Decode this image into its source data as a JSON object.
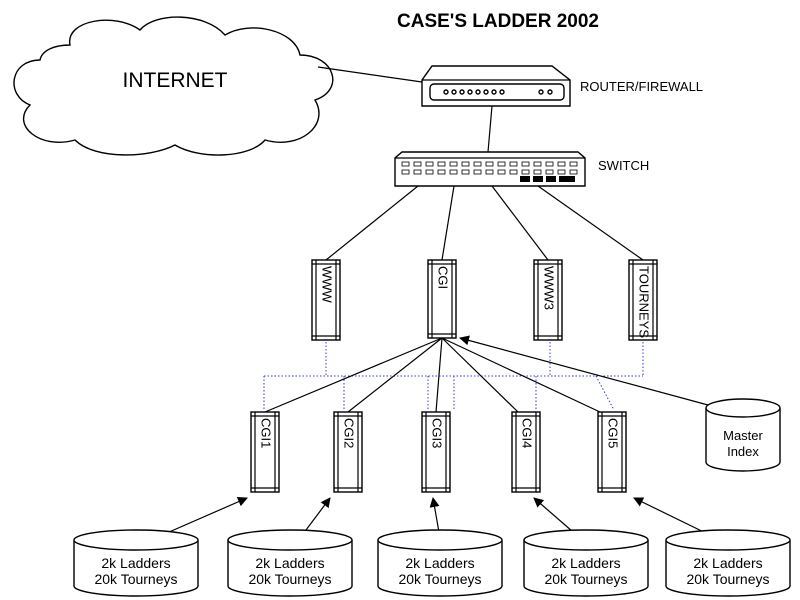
{
  "title": "CASE'S LADDER 2002",
  "internet": {
    "label": "INTERNET"
  },
  "router": {
    "label": "ROUTER/FIREWALL"
  },
  "switch": {
    "label": "SWITCH"
  },
  "front_servers": [
    {
      "label": "WWW"
    },
    {
      "label": "CGI"
    },
    {
      "label": "WWW3"
    },
    {
      "label": "TOURNEYS"
    }
  ],
  "cgi_servers": [
    {
      "label": "CGI1"
    },
    {
      "label": "CGI2"
    },
    {
      "label": "CGI3"
    },
    {
      "label": "CGI4"
    },
    {
      "label": "CGI5"
    }
  ],
  "master_index": {
    "line1": "Master",
    "line2": "Index"
  },
  "databases": [
    {
      "line1": "2k Ladders",
      "line2": "20k Tourneys"
    },
    {
      "line1": "2k Ladders",
      "line2": "20k Tourneys"
    },
    {
      "line1": "2k Ladders",
      "line2": "20k Tourneys"
    },
    {
      "line1": "2k Ladders",
      "line2": "20k Tourneys"
    },
    {
      "line1": "2k Ladders",
      "line2": "20k Tourneys"
    }
  ],
  "colors": {
    "line": "#000000",
    "dotted_link": "#3030ff",
    "background": "#ffffff"
  }
}
